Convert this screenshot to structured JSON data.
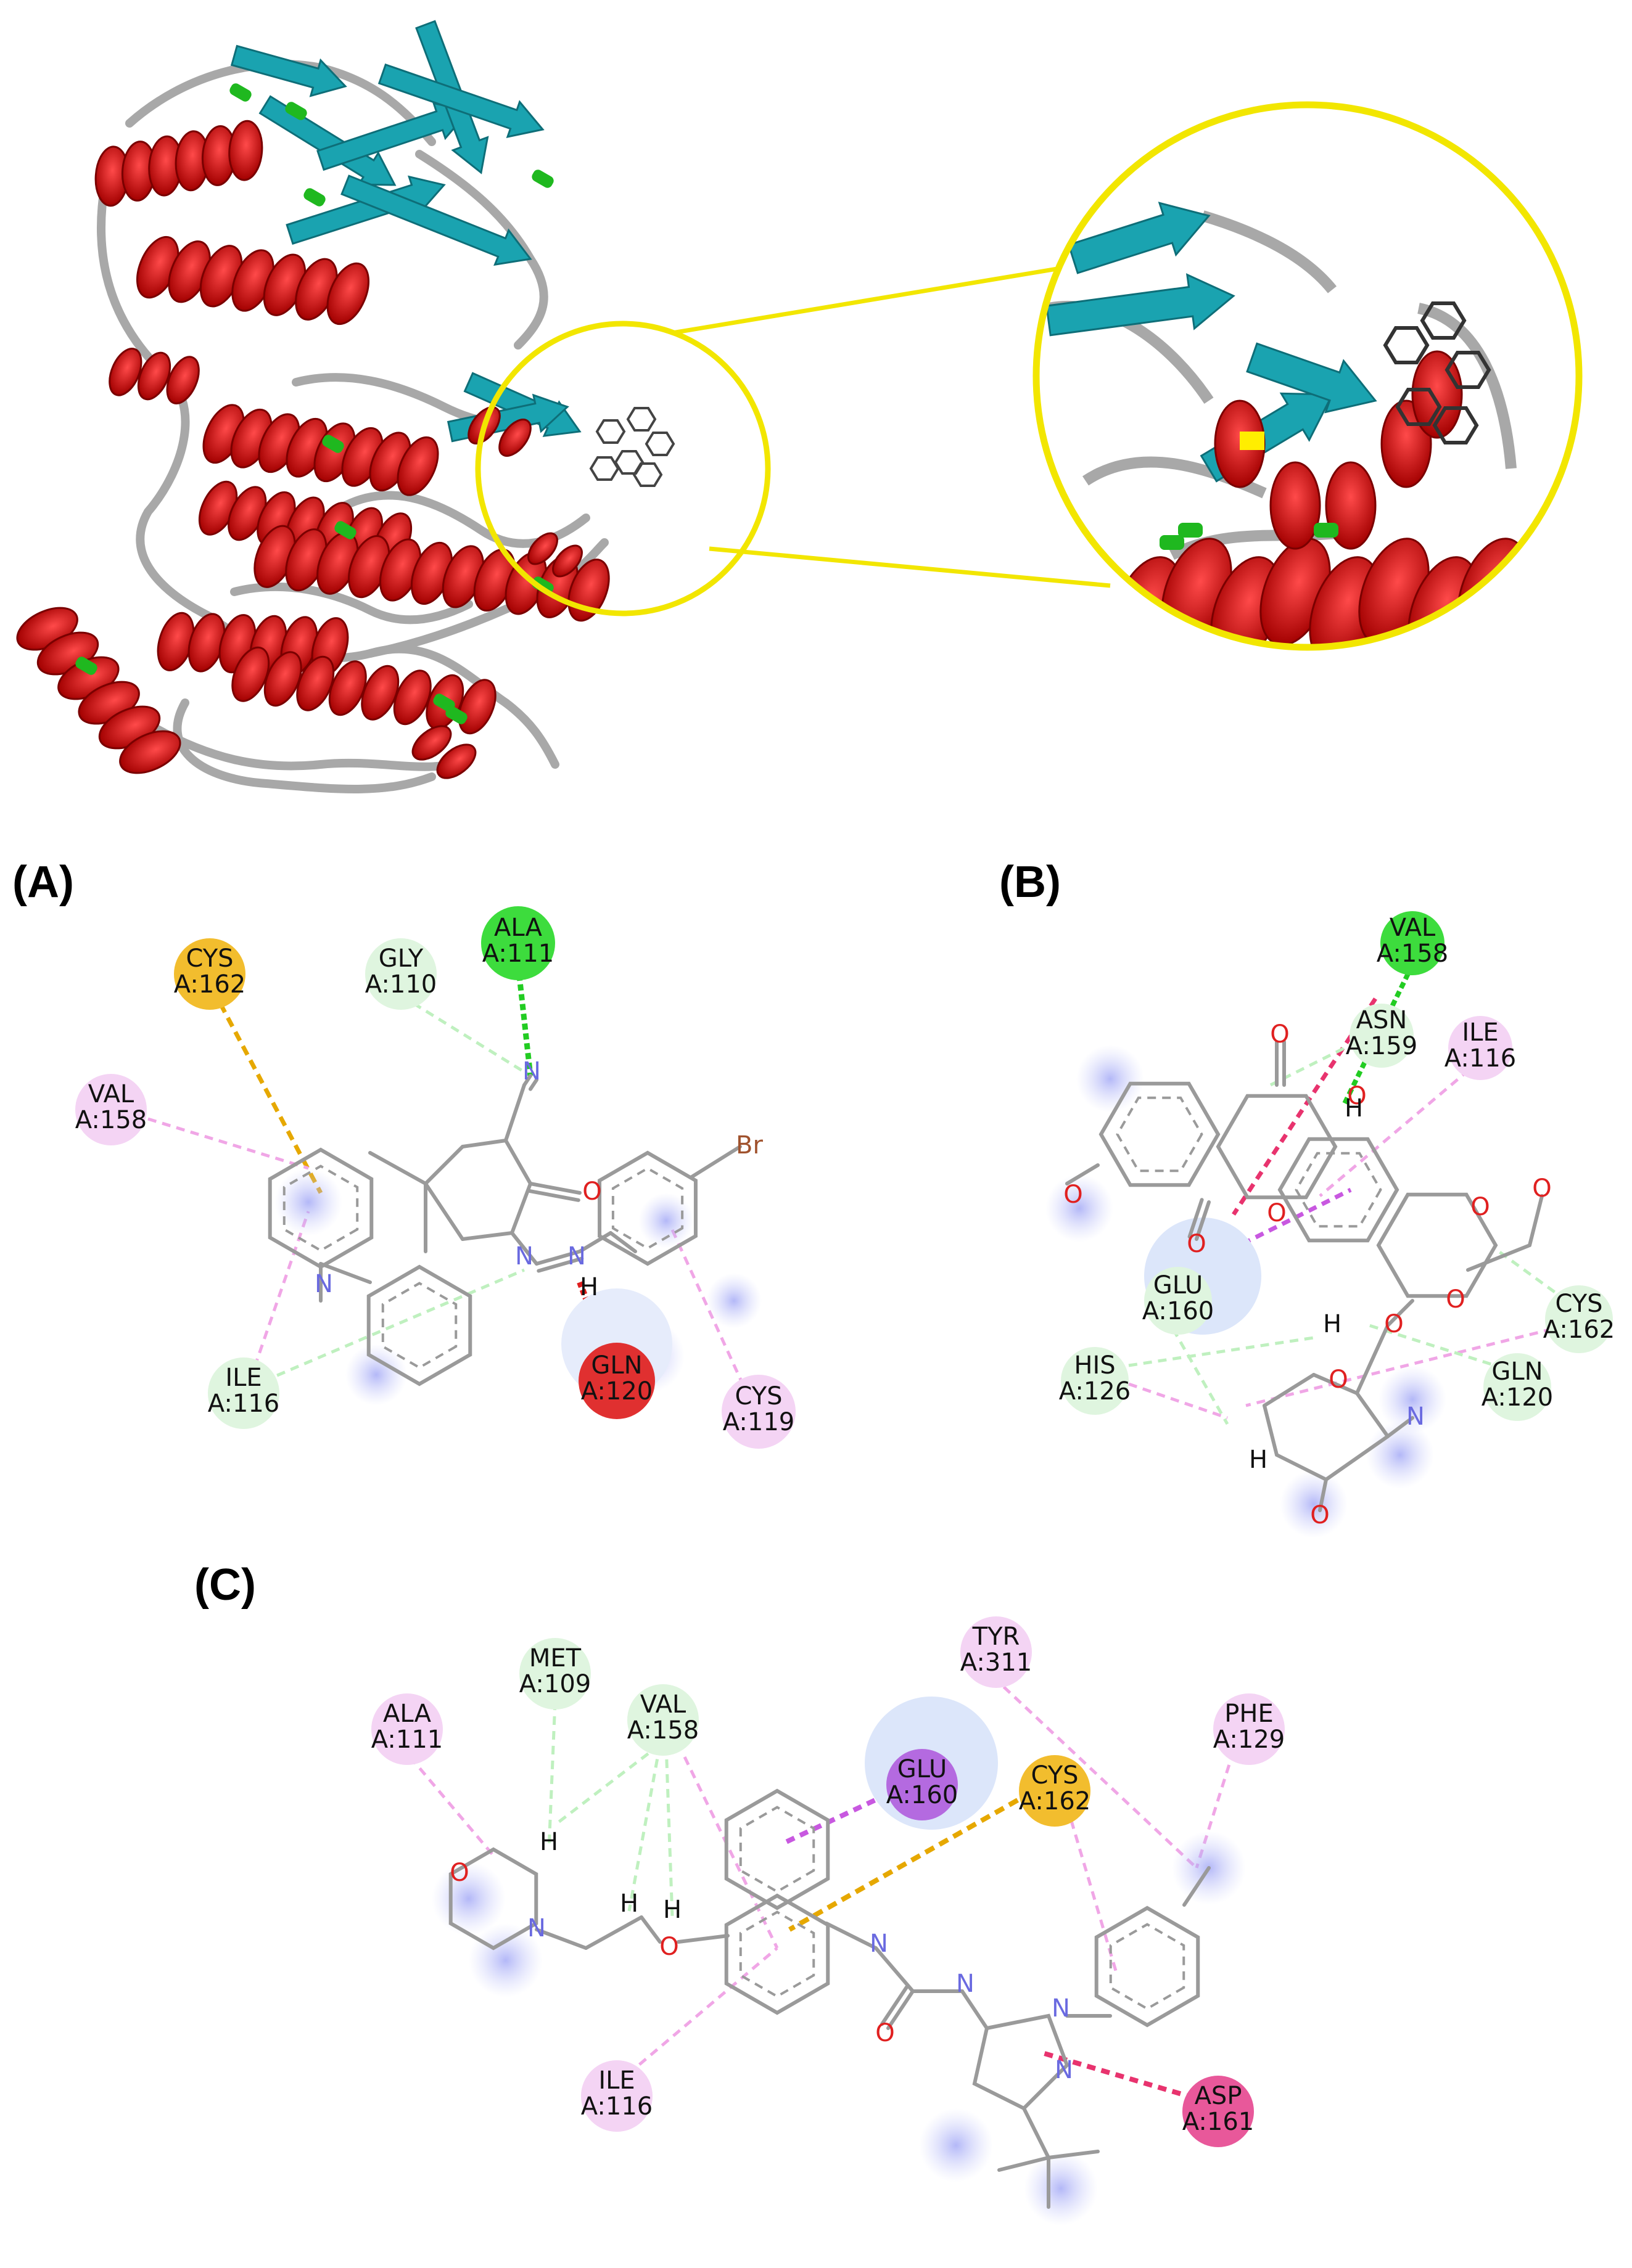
{
  "colors": {
    "helix": "#cc0000",
    "sheet": "#1aa3b0",
    "turn": "#1fb81f",
    "coil": "#a8a8a8",
    "zoom_circle": "#f2e600",
    "hbond_conventional": "#22cc22",
    "carbon_hbond": "#bff0bf",
    "pi_sulfur": "#e6a800",
    "alkyl": "#f0a6e6",
    "pi_sigma": "#c858e0",
    "pi_anion": "#e8336e",
    "unfavorable": "#e01f1f"
  },
  "overview": {
    "protein_icon": "protein-ribbon-structure",
    "zoom_icon": "binding-site-zoom"
  },
  "panels": [
    {
      "label": "(A)",
      "atom_labels": [
        "Br",
        "N",
        "N",
        "N",
        "N",
        "O",
        "H"
      ],
      "residues": [
        {
          "name": "ALA",
          "id": "A:111",
          "color": "#3ddc3d"
        },
        {
          "name": "GLY",
          "id": "A:110",
          "color": "#dff5df"
        },
        {
          "name": "CYS",
          "id": "A:162",
          "color": "#f2bd2e"
        },
        {
          "name": "VAL",
          "id": "A:158",
          "color": "#f4d4f4"
        },
        {
          "name": "ILE",
          "id": "A:116",
          "color": "#dff5df"
        },
        {
          "name": "GLN",
          "id": "A:120",
          "color": "#e03030"
        },
        {
          "name": "CYS",
          "id": "A:119",
          "color": "#f4d4f4"
        }
      ]
    },
    {
      "label": "(B)",
      "atom_labels": [
        "O",
        "O",
        "O",
        "O",
        "O",
        "O",
        "O",
        "O",
        "O",
        "O",
        "O",
        "N",
        "H",
        "H",
        "H"
      ],
      "residues": [
        {
          "name": "VAL",
          "id": "A:158",
          "color": "#3ddc3d"
        },
        {
          "name": "ASN",
          "id": "A:159",
          "color": "#dff5df"
        },
        {
          "name": "ILE",
          "id": "A:116",
          "color": "#f4d4f4"
        },
        {
          "name": "GLU",
          "id": "A:160",
          "color": "#dff5df"
        },
        {
          "name": "CYS",
          "id": "A:162",
          "color": "#dff5df"
        },
        {
          "name": "HIS",
          "id": "A:126",
          "color": "#dff5df"
        },
        {
          "name": "GLN",
          "id": "A:120",
          "color": "#dff5df"
        }
      ]
    },
    {
      "label": "(C)",
      "atom_labels": [
        "O",
        "N",
        "O",
        "N",
        "O",
        "N",
        "N",
        "N",
        "H",
        "H",
        "H"
      ],
      "residues": [
        {
          "name": "MET",
          "id": "A:109",
          "color": "#dff5df"
        },
        {
          "name": "TYR",
          "id": "A:311",
          "color": "#f4d4f4"
        },
        {
          "name": "ALA",
          "id": "A:111",
          "color": "#f4d4f4"
        },
        {
          "name": "VAL",
          "id": "A:158",
          "color": "#dff5df"
        },
        {
          "name": "PHE",
          "id": "A:129",
          "color": "#f4d4f4"
        },
        {
          "name": "GLU",
          "id": "A:160",
          "color": "#b46ae0"
        },
        {
          "name": "CYS",
          "id": "A:162",
          "color": "#f2bd2e"
        },
        {
          "name": "ILE",
          "id": "A:116",
          "color": "#f4d4f4"
        },
        {
          "name": "ASP",
          "id": "A:161",
          "color": "#e8589a"
        }
      ]
    }
  ]
}
